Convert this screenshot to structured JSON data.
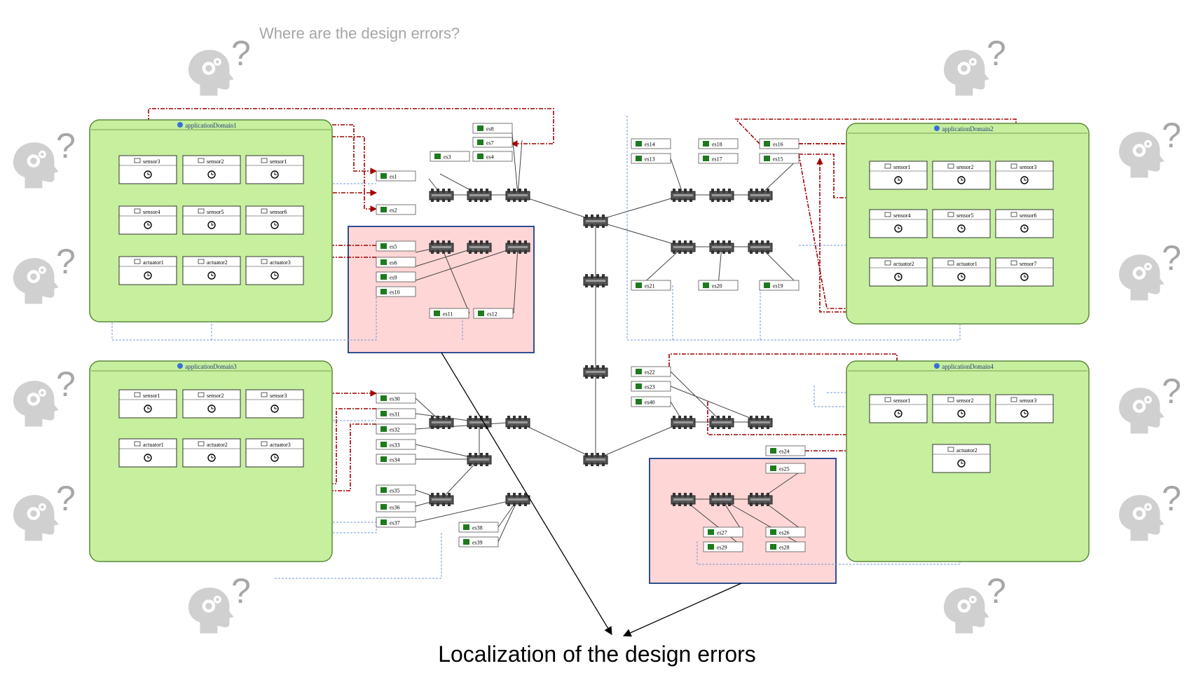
{
  "question": "Where are the design errors?",
  "caption": "Localization of the design errors",
  "domains": [
    {
      "id": "d1",
      "title": "applicationDomain1",
      "components": [
        {
          "label": "sensor3",
          "row": 0,
          "col": 0
        },
        {
          "label": "sensor2",
          "row": 0,
          "col": 1
        },
        {
          "label": "sensor1",
          "row": 0,
          "col": 2
        },
        {
          "label": "sensor4",
          "row": 1,
          "col": 0
        },
        {
          "label": "sensor5",
          "row": 1,
          "col": 1
        },
        {
          "label": "sensor6",
          "row": 1,
          "col": 2
        },
        {
          "label": "actuator1",
          "row": 2,
          "col": 0
        },
        {
          "label": "actuator2",
          "row": 2,
          "col": 1
        },
        {
          "label": "actuator3",
          "row": 2,
          "col": 2
        }
      ]
    },
    {
      "id": "d2",
      "title": "applicationDomain2",
      "components": [
        {
          "label": "sensor1",
          "row": 0,
          "col": 0
        },
        {
          "label": "sensor2",
          "row": 0,
          "col": 1
        },
        {
          "label": "sensor3",
          "row": 0,
          "col": 2
        },
        {
          "label": "sensor4",
          "row": 1,
          "col": 0
        },
        {
          "label": "sensor5",
          "row": 1,
          "col": 1
        },
        {
          "label": "sensor6",
          "row": 1,
          "col": 2
        },
        {
          "label": "actuator2",
          "row": 2,
          "col": 0
        },
        {
          "label": "actuator1",
          "row": 2,
          "col": 1
        },
        {
          "label": "sensor7",
          "row": 2,
          "col": 2
        }
      ]
    },
    {
      "id": "d3",
      "title": "applicationDomain3",
      "components": [
        {
          "label": "sensor1",
          "row": 0,
          "col": 0
        },
        {
          "label": "sensor2",
          "row": 0,
          "col": 1
        },
        {
          "label": "sensor3",
          "row": 0,
          "col": 2
        },
        {
          "label": "actuator1",
          "row": 1,
          "col": 0
        },
        {
          "label": "actuator2",
          "row": 1,
          "col": 1
        },
        {
          "label": "actuator3",
          "row": 1,
          "col": 2
        }
      ]
    },
    {
      "id": "d4",
      "title": "applicationDomain4",
      "components": [
        {
          "label": "sensor1",
          "row": 0,
          "col": 0
        },
        {
          "label": "sensor2",
          "row": 0,
          "col": 1
        },
        {
          "label": "sensor3",
          "row": 0,
          "col": 2
        },
        {
          "label": "actuator2",
          "row": 1,
          "col": 1
        }
      ]
    }
  ],
  "end_systems": [
    "es1",
    "es2",
    "es3",
    "es4",
    "es5",
    "es6",
    "es7",
    "es8",
    "es9",
    "es10",
    "es11",
    "es12",
    "es13",
    "es14",
    "es15",
    "es16",
    "es17",
    "es18",
    "es19",
    "es20",
    "es21",
    "es22",
    "es23",
    "es24",
    "es25",
    "es26",
    "es27",
    "es28",
    "es29",
    "es30",
    "es31",
    "es32",
    "es33",
    "es34",
    "es35",
    "es36",
    "es37",
    "es38",
    "es39",
    "es40"
  ],
  "colors": {
    "domain_fill": "#c6ef9e",
    "domain_stroke": "#5a8a3a",
    "error_fill": "#ffd6d6",
    "error_stroke": "#2f4f8f",
    "red_link": "#a00000",
    "blue_link": "#6f98d8",
    "head": "#d0d0d0"
  },
  "icons": [
    "thinking-head-icon",
    "gear-icon",
    "question-mark-icon",
    "switch-icon",
    "end-system-icon",
    "sensor-icon",
    "clock-icon",
    "arrow-icon"
  ]
}
